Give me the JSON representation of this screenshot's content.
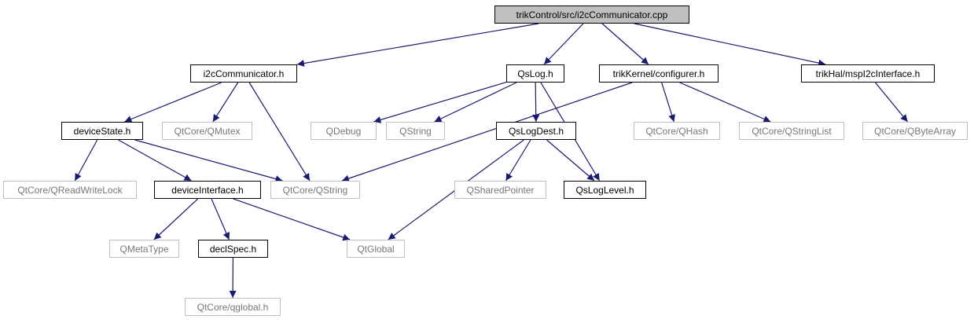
{
  "colors": {
    "edge": "#191970",
    "root_fill": "#bfbfbf",
    "doc_border": "#000000",
    "ext_border": "#bfbfbf",
    "ext_text": "#777777"
  },
  "nodes": {
    "root": "trikControl/src/i2cCommunicator.cpp",
    "i2c": "i2cCommunicator.h",
    "qslog": "QsLog.h",
    "configurer": "trikKernel/configurer.h",
    "mspi2c": "trikHal/mspI2cInterface.h",
    "devstate": "deviceState.h",
    "qmutex": "QtCore/QMutex",
    "qdebug": "QDebug",
    "qstring_plain": "QString",
    "qslogdest": "QsLogDest.h",
    "qhash": "QtCore/QHash",
    "qstringlist": "QtCore/QStringList",
    "qbytearray": "QtCore/QByteArray",
    "qrwlock": "QtCore/QReadWriteLock",
    "qtcore_qstring": "QtCore/QString",
    "devif": "deviceInterface.h",
    "qsharedptr": "QSharedPointer",
    "qsloglevel": "QsLogLevel.h",
    "qmetatype": "QMetaType",
    "declspec": "declSpec.h",
    "qtglobal": "QtGlobal",
    "qglobal_h": "QtCore/qglobal.h"
  },
  "edges": [
    [
      "root",
      "i2c"
    ],
    [
      "root",
      "qslog"
    ],
    [
      "root",
      "configurer"
    ],
    [
      "root",
      "mspi2c"
    ],
    [
      "i2c",
      "devstate"
    ],
    [
      "i2c",
      "qmutex"
    ],
    [
      "i2c",
      "qtcore_qstring"
    ],
    [
      "qslog",
      "qdebug"
    ],
    [
      "qslog",
      "qstring_plain"
    ],
    [
      "qslog",
      "qslogdest"
    ],
    [
      "qslog",
      "qsloglevel"
    ],
    [
      "configurer",
      "qtcore_qstring"
    ],
    [
      "configurer",
      "qhash"
    ],
    [
      "configurer",
      "qstringlist"
    ],
    [
      "mspi2c",
      "qbytearray"
    ],
    [
      "devstate",
      "qrwlock"
    ],
    [
      "devstate",
      "devif"
    ],
    [
      "devstate",
      "qtcore_qstring"
    ],
    [
      "qslogdest",
      "qtglobal"
    ],
    [
      "qslogdest",
      "qsharedptr"
    ],
    [
      "qslogdest",
      "qsloglevel"
    ],
    [
      "devif",
      "qmetatype"
    ],
    [
      "devif",
      "declspec"
    ],
    [
      "devif",
      "qtglobal"
    ],
    [
      "declspec",
      "qglobal_h"
    ]
  ]
}
